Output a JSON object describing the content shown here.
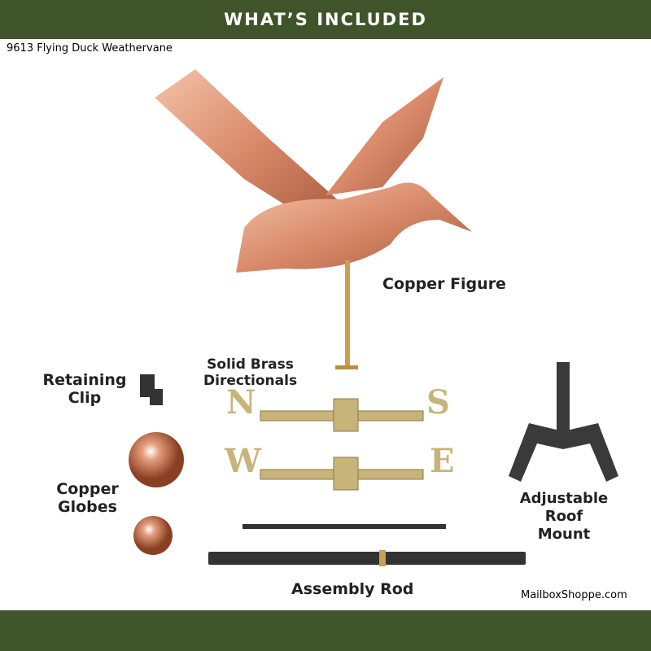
{
  "header": {
    "title": "WHAT’S INCLUDED"
  },
  "product_name": "9613 Flying Duck Weathervane",
  "labels": {
    "copper_figure": "Copper Figure",
    "solid_brass_directionals_1": "Solid Brass",
    "solid_brass_directionals_2": "Directionals",
    "retaining_clip_1": "Retaining",
    "retaining_clip_2": "Clip",
    "copper_globes_1": "Copper",
    "copper_globes_2": "Globes",
    "roof_mount_1": "Adjustable",
    "roof_mount_2": "Roof",
    "roof_mount_3": "Mount",
    "assembly_rod": "Assembly Rod"
  },
  "directionals": {
    "n": "N",
    "s": "S",
    "w": "W",
    "e": "E"
  },
  "watermark": "MailboxShoppe.com",
  "colors": {
    "brand_green": "#3f5429",
    "copper": "#d98a6a",
    "brass": "#c8b47a"
  }
}
